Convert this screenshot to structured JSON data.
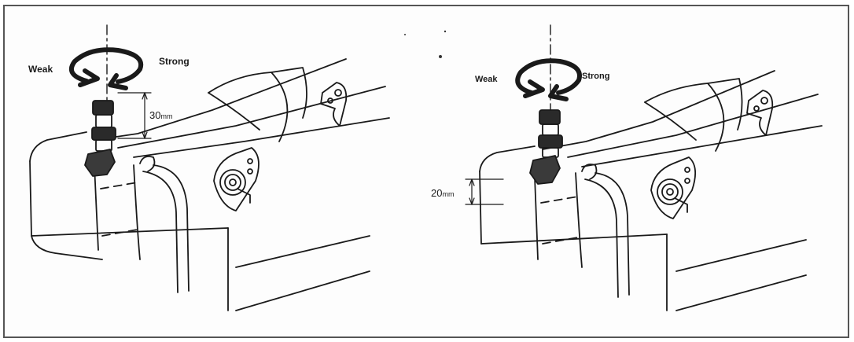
{
  "left_panel": {
    "weak_label": "Weak",
    "strong_label": "Strong",
    "height_value": "30",
    "height_unit": "mm"
  },
  "right_panel": {
    "weak_label": "Weak",
    "strong_label": "Strong",
    "height_value": "20",
    "height_unit": "mm"
  },
  "colors": {
    "ink": "#1a1a1a",
    "frame": "#555555",
    "paper": "#fdfdfd"
  }
}
